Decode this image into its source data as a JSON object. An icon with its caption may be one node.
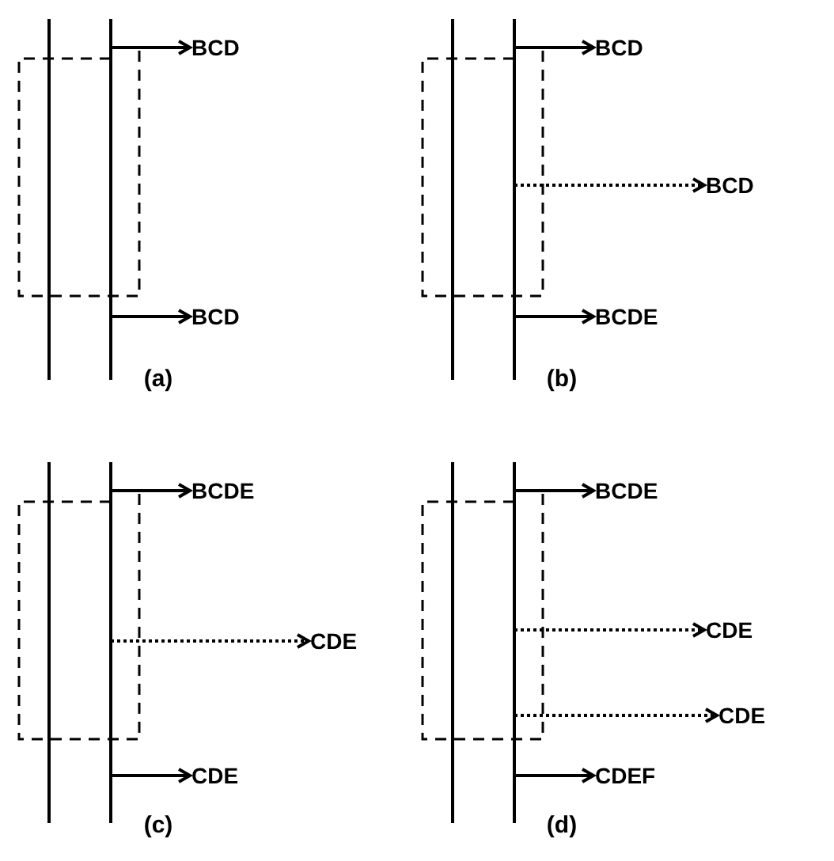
{
  "diagram": {
    "nodes": [
      {
        "text": [
          "BCD"
        ]
      },
      {
        "text": [
          "BCD"
        ]
      },
      {
        "text": [
          "BCD"
        ]
      },
      {
        "text": [
          "BCD"
        ]
      },
      {
        "text": [
          "BCDE"
        ]
      },
      {
        "text": [
          "BCDE"
        ]
      },
      {
        "text": [
          "CDE"
        ]
      },
      {
        "text": [
          "CDE"
        ]
      },
      {
        "text": [
          "BCDE"
        ]
      },
      {
        "text": [
          "CDE"
        ]
      },
      {
        "text": [
          "CDE"
        ]
      },
      {
        "text": [
          "CDEF"
        ]
      }
    ],
    "edges": [
      {
        "from": null,
        "to": 0,
        "arrow": "to"
      },
      {
        "from": null,
        "to": 1,
        "arrow": "to"
      },
      {
        "from": null,
        "to": 2,
        "arrow": "to"
      },
      {
        "from": null,
        "to": 3,
        "arrow": "to",
        "style": "dashed"
      },
      {
        "from": null,
        "to": 4,
        "arrow": "to"
      },
      {
        "from": null,
        "to": 5,
        "arrow": "to"
      },
      {
        "from": null,
        "to": 6,
        "arrow": "to",
        "style": "dashed"
      },
      {
        "from": null,
        "to": 7,
        "arrow": "to"
      },
      {
        "from": null,
        "to": 8,
        "arrow": "to"
      },
      {
        "from": null,
        "to": 9,
        "arrow": "to",
        "style": "dashed"
      },
      {
        "from": null,
        "to": 10,
        "arrow": "to",
        "style": "dashed"
      },
      {
        "from": null,
        "to": 11,
        "arrow": "to"
      }
    ],
    "labels": [
      "(a)",
      "(b)",
      "(c)",
      "(d)"
    ]
  }
}
